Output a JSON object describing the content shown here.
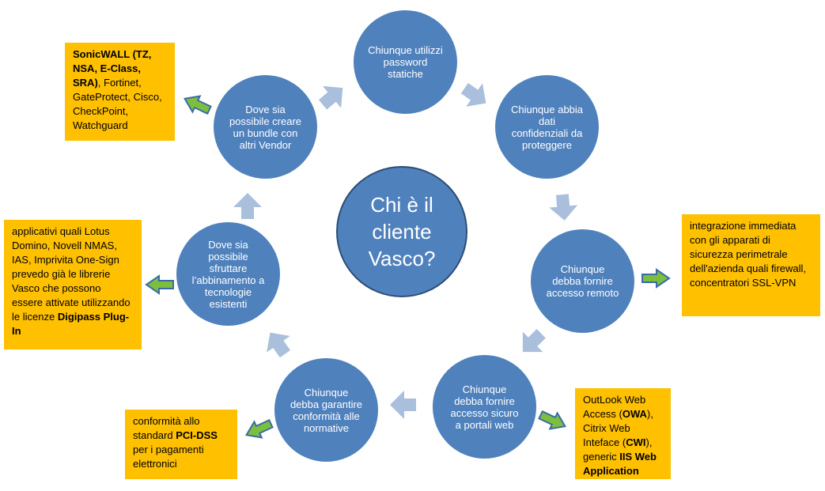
{
  "center": {
    "label": "Chi è il cliente Vasco?"
  },
  "nodes": [
    {
      "id": "password",
      "label": "Chiunque utilizzi password statiche"
    },
    {
      "id": "dati",
      "label": "Chiunque abbia dati confidenziali da proteggere"
    },
    {
      "id": "remoto",
      "label": "Chiunque debba fornire accesso remoto"
    },
    {
      "id": "portali",
      "label": "Chiunque debba fornire accesso sicuro a portali web"
    },
    {
      "id": "normative",
      "label": "Chiunque debba garantire conformità alle normative"
    },
    {
      "id": "abbinamento",
      "label": "Dove sia possibile sfruttare l’abbinamento a tecnologie esistenti"
    },
    {
      "id": "bundle",
      "label": "Dove sia possibile creare un bundle con altri Vendor"
    }
  ],
  "boxes": {
    "vendors": {
      "t1": "SonicWALL (TZ, NSA, E-Class, SRA)",
      "t2": ", Fortinet, GateProtect, Cisco, CheckPoint, Watchguard"
    },
    "perimetrale": {
      "t1": "integrazione immediata con gli apparati di sicurezza perimetrale dell'azienda quali firewall,  concentratori SSL-VPN"
    },
    "applicativi": {
      "t1": "applicativi quali Lotus Domino, Novell NMAS, IAS, Imprivita One-Sign prevedo già le librerie Vasco che possono essere attivate utilizzando le licenze",
      "t2": "Digipass Plug-In"
    },
    "pci": {
      "t1": "conformità allo standard",
      "t2": "PCI-DSS",
      "t3": "per i pagamenti elettronici"
    },
    "web": {
      "t1": "OutLook Web Access (",
      "t2": "OWA",
      "t3": "), Citrix Web Inteface (",
      "t4": "CWI",
      "t5": "), generic",
      "t6": "IIS Web Application"
    }
  },
  "colors": {
    "circle": "#4f81bd",
    "box": "#ffc000",
    "cycle_arrow": "#a9bfdc",
    "side_arrow": "#7cbf3f"
  }
}
